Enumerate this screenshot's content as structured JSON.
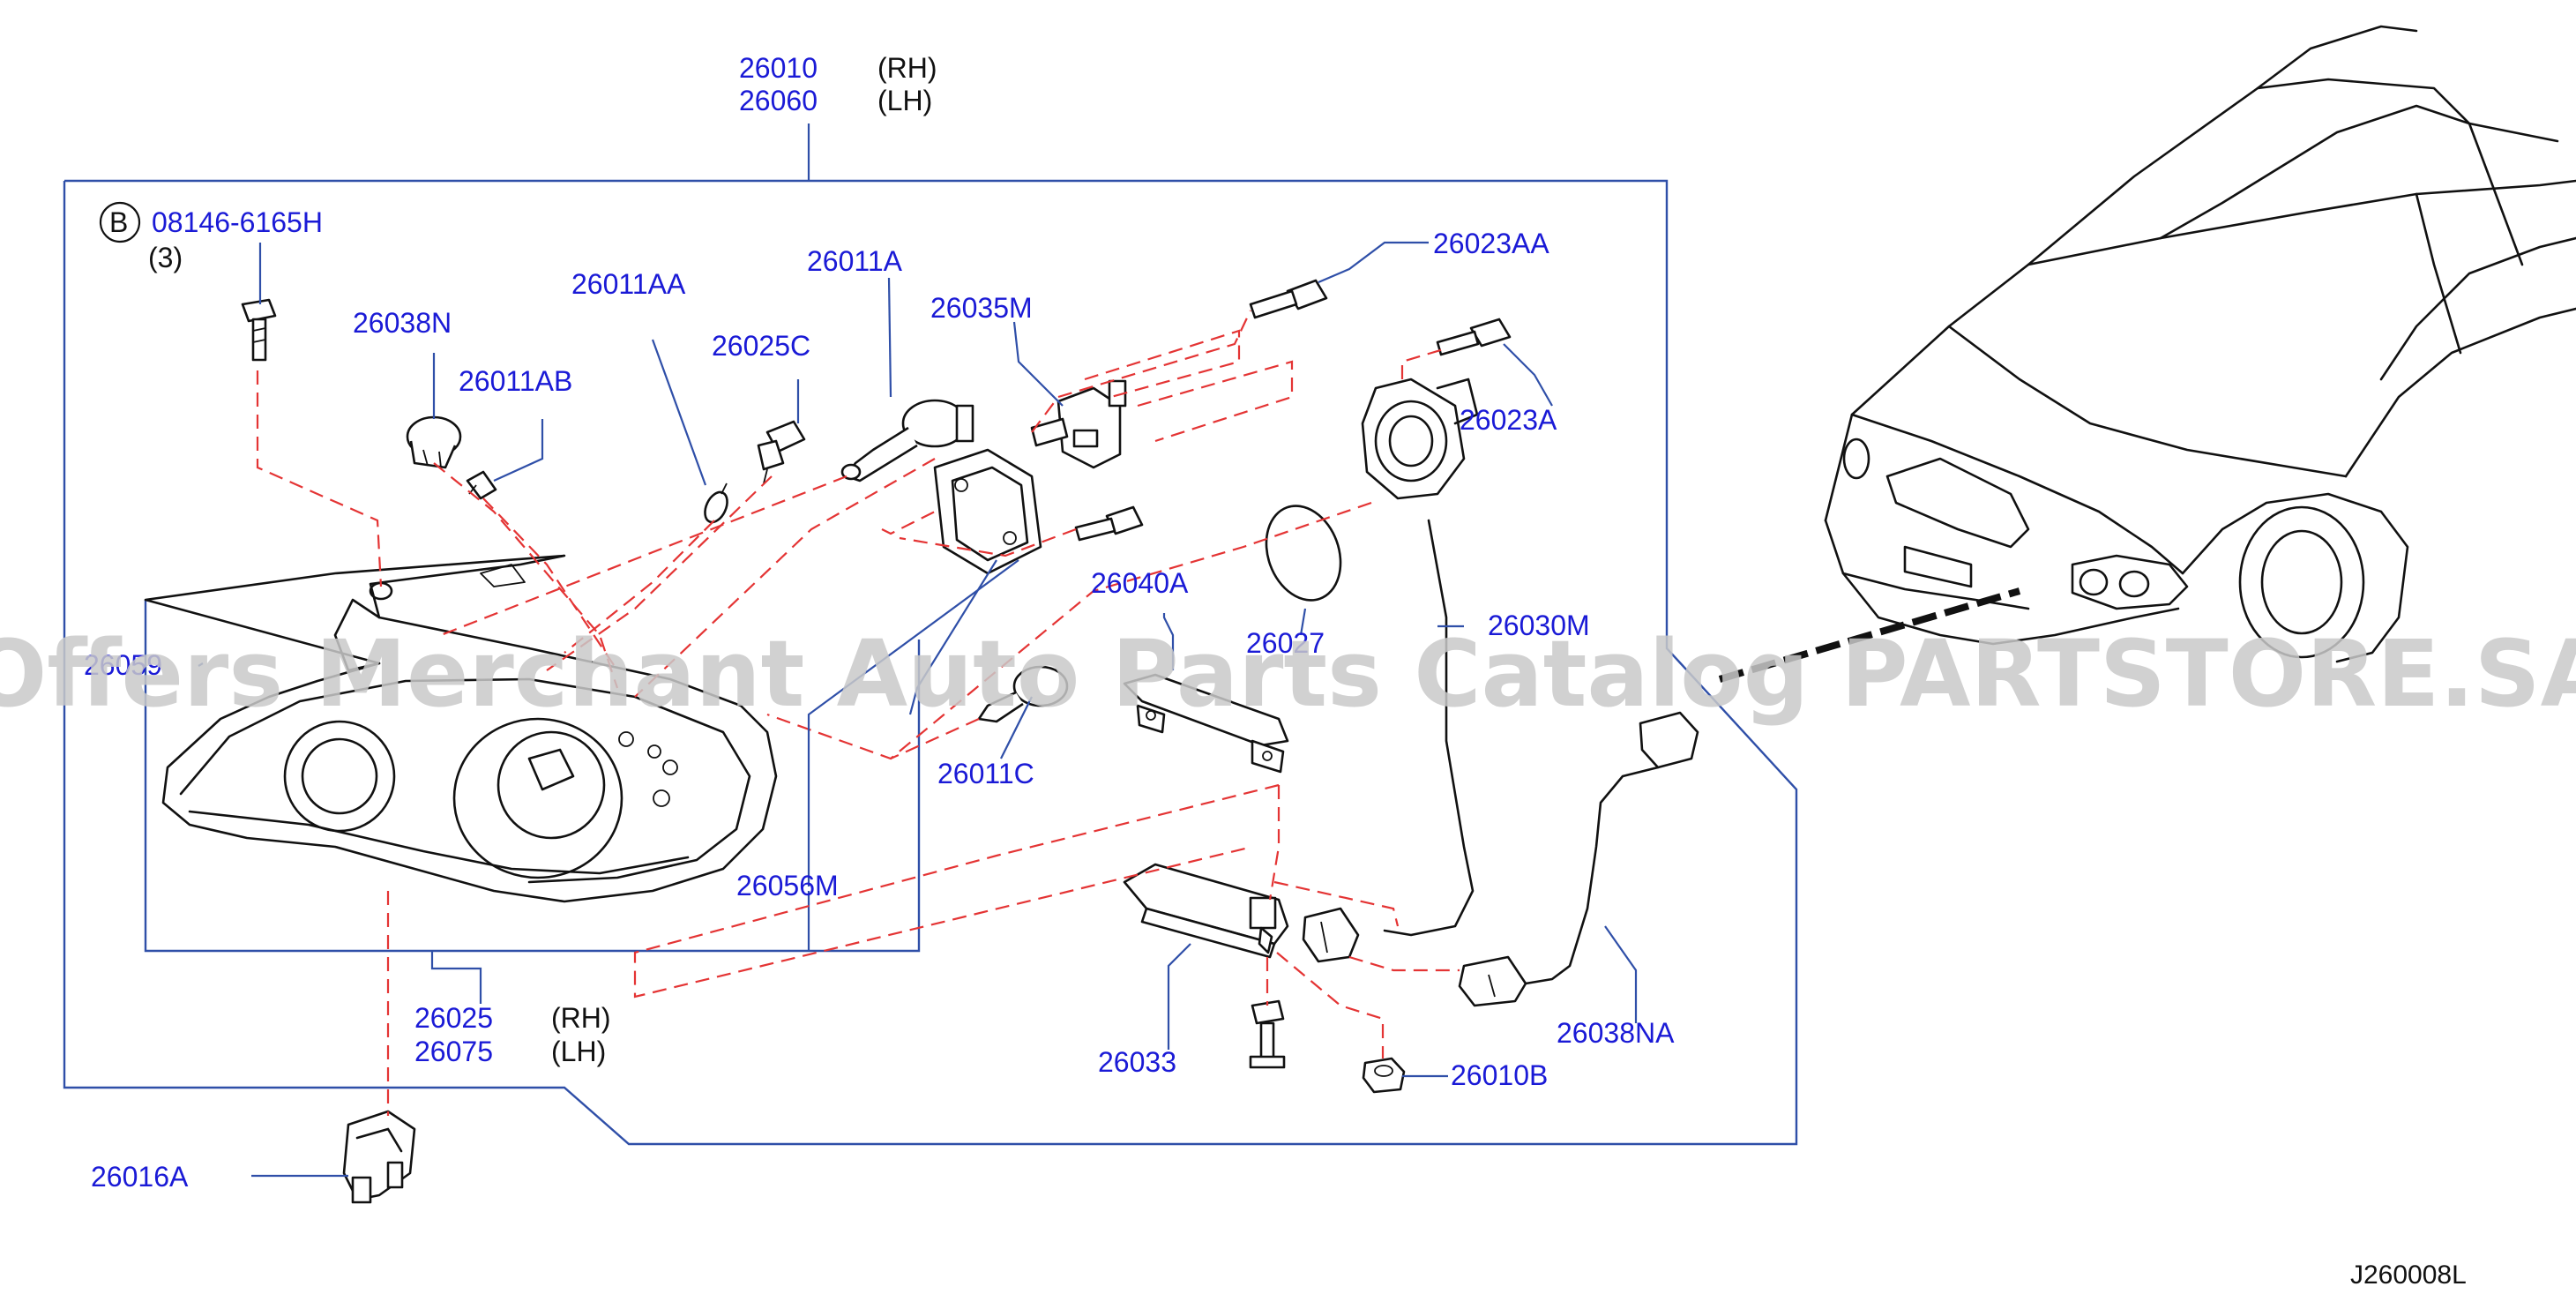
{
  "labels": {
    "assembly_rh": "26010",
    "assembly_lh": "26060",
    "rh": "(RH)",
    "lh": "(LH)",
    "bolt_ref": "B",
    "bolt_pn": "08146-6165H",
    "bolt_qty": "(3)",
    "p26038n": "26038N",
    "p26011aa": "26011AA",
    "p26011a": "26011A",
    "p26035m": "26035M",
    "p26023aa": "26023AA",
    "p26023a": "26023A",
    "p26011ab": "26011AB",
    "p26025c": "26025C",
    "p26059": "26059",
    "p26040a": "26040A",
    "p26027": "26027",
    "p26030m": "26030M",
    "p26011c": "26011C",
    "p26056m": "26056M",
    "housing_rh": "26025",
    "housing_lh": "26075",
    "p26033": "26033",
    "p26038na": "26038NA",
    "p26010b": "26010B",
    "p26016a": "26016A",
    "diagram_code": "J260008L"
  },
  "watermark": "Offers Merchant Auto Parts Catalog PARTSTORE.SA",
  "colors": {
    "part_number": "#1a1ad6",
    "leader": "#2f4fa8",
    "dash": "#e43434",
    "watermark": "#c9c9c9",
    "outline": "#111111"
  }
}
